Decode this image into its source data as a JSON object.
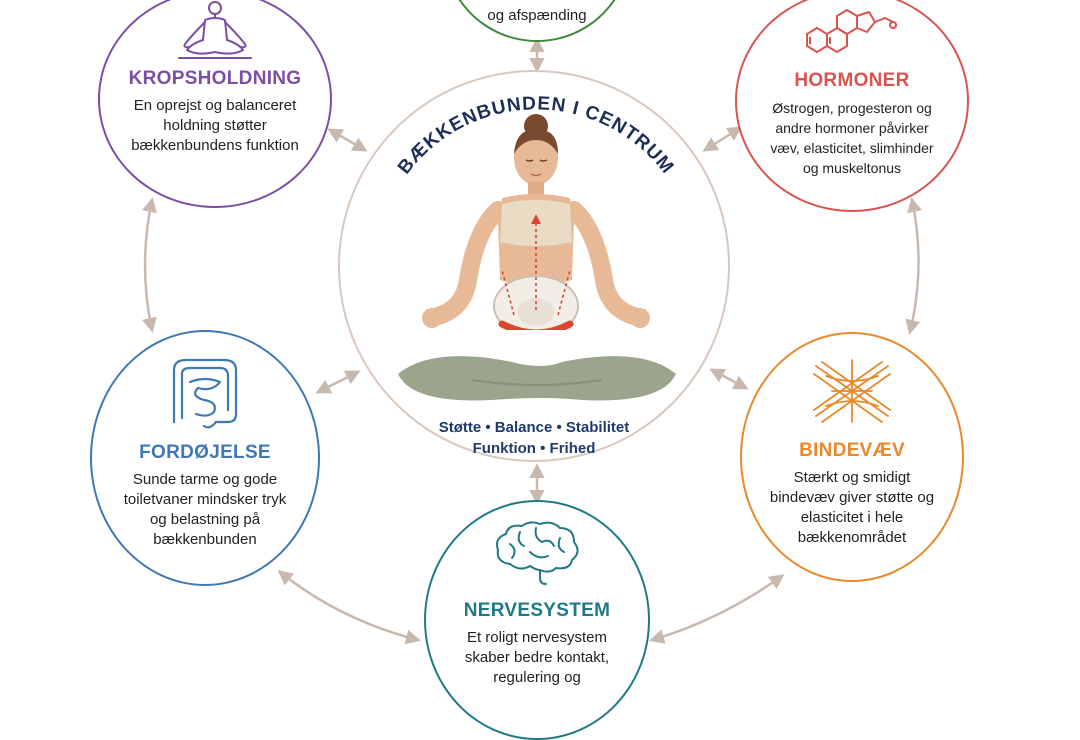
{
  "center": {
    "title": "BÆKKENBUNDEN I CENTRUM",
    "line1": "Støtte • Balance • Stabilitet",
    "line2": "Funktion • Frihed"
  },
  "nodes": {
    "top": {
      "desc": "og afspænding",
      "color": "#3f8a3c"
    },
    "posture": {
      "title": "KROPSHOLDNING",
      "desc": "En oprejst og balanceret holdning støtter bækkenbundens funktion",
      "color": "#7b4fa3",
      "icon": "meditation-figure-icon"
    },
    "hormones": {
      "title": "HORMONER",
      "desc": "Østrogen, progesteron og andre hormoner påvirker væv, elasticitet, slimhinder og muskeltonus",
      "color": "#d9534f",
      "icon": "steroid-molecule-icon"
    },
    "digestion": {
      "title": "FORDØJELSE",
      "desc": "Sunde tarme og gode toiletvaner mindsker tryk og belastning på bækkenbunden",
      "color": "#3f78b5",
      "icon": "intestine-icon"
    },
    "connective": {
      "title": "BINDEVÆV",
      "desc": "Stærkt og smidigt bindevæv giver støtte og elasticitet i hele bækkenområdet",
      "color": "#e8892b",
      "icon": "fascia-weave-icon"
    },
    "nervous": {
      "title": "NERVESYSTEM",
      "desc": "Et roligt nervesystem skaber bedre kontakt, regulering og",
      "color": "#1f7a86",
      "icon": "brain-icon"
    }
  },
  "connector_color": "#c8b8ad"
}
